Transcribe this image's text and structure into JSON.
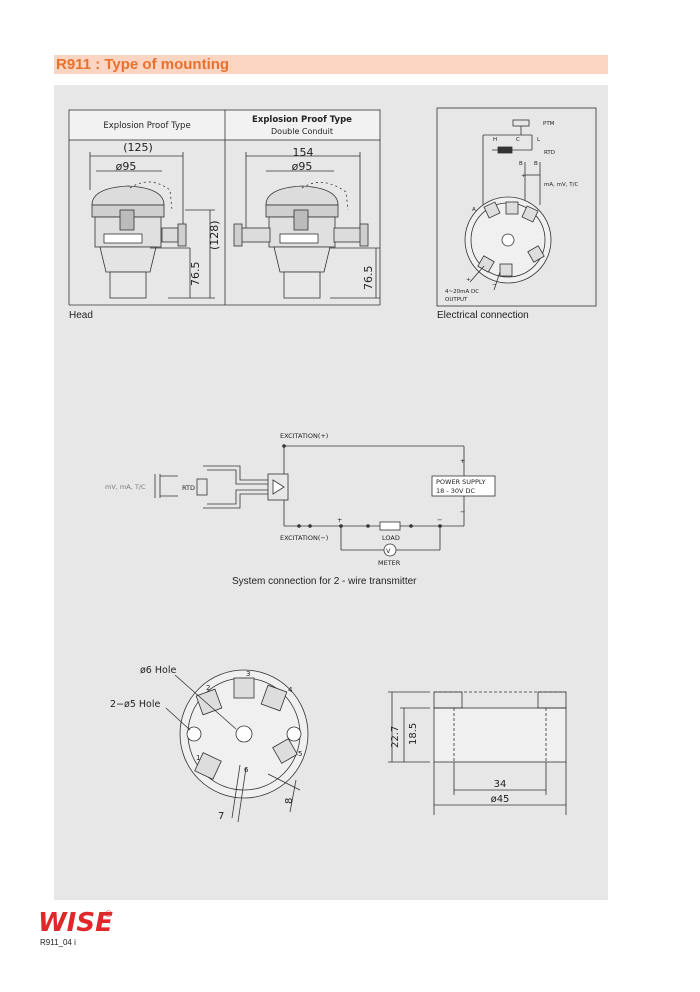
{
  "header": {
    "title": "R911 : Type of mounting"
  },
  "head_drawing": {
    "col1_label": "Explosion Proof Type",
    "col2_label_line1": "Explosion Proof Type",
    "col2_label_line2": "Double Conduit",
    "dim_125": "(125)",
    "dim_95_a": "ø95",
    "dim_128": "(128)",
    "dim_76_a": "76.5",
    "dim_154": "154",
    "dim_95_b": "ø95",
    "dim_76_b": "76.5",
    "caption": "Head"
  },
  "electrical": {
    "ptm": "PTM",
    "h": "H",
    "c": "C",
    "l": "L",
    "rtd": "RTD",
    "b1": "B",
    "b2": "B",
    "plus": "+",
    "input_types": "mA, mV, T/C",
    "a": "A",
    "output_line1": "4~20mA DC",
    "output_line2": "OUTPUT",
    "out_plus": "+",
    "out_minus": "−",
    "caption": "Electrical connection"
  },
  "system": {
    "input_types": "mV, mA, T/C",
    "rtd": "RTD",
    "excitation_pos": "EXCITATION(+)",
    "excitation_neg": "EXCITATION(−)",
    "power_supply_line1": "POWER SUPPLY",
    "power_supply_line2": "18 - 30V DC",
    "plus_top": "+",
    "minus_bottom": "−",
    "plus_bottom": "+",
    "minus_right": "−",
    "load": "LOAD",
    "meter": "METER",
    "meter_symbol": "V",
    "caption": "System connection for 2 - wire transmitter"
  },
  "mounting": {
    "hole6": "ø6 Hole",
    "hole5": "2−ø5 Hole",
    "dim_7": "7",
    "dim_8": "8",
    "terminal_1": "1",
    "terminal_2": "2",
    "terminal_3": "3",
    "terminal_4": "4",
    "terminal_5": "5",
    "terminal_6": "6",
    "dim_22_7": "22.7",
    "dim_18_5": "18.5",
    "dim_34": "34",
    "dim_45": "ø45"
  },
  "footer": {
    "logo": "WISE",
    "reg": "®",
    "page": "R911_04  i"
  },
  "colors": {
    "accent": "#e8712e",
    "banner": "#fbd5c2",
    "panel": "#e7e7e7",
    "logo": "#e0282b"
  }
}
